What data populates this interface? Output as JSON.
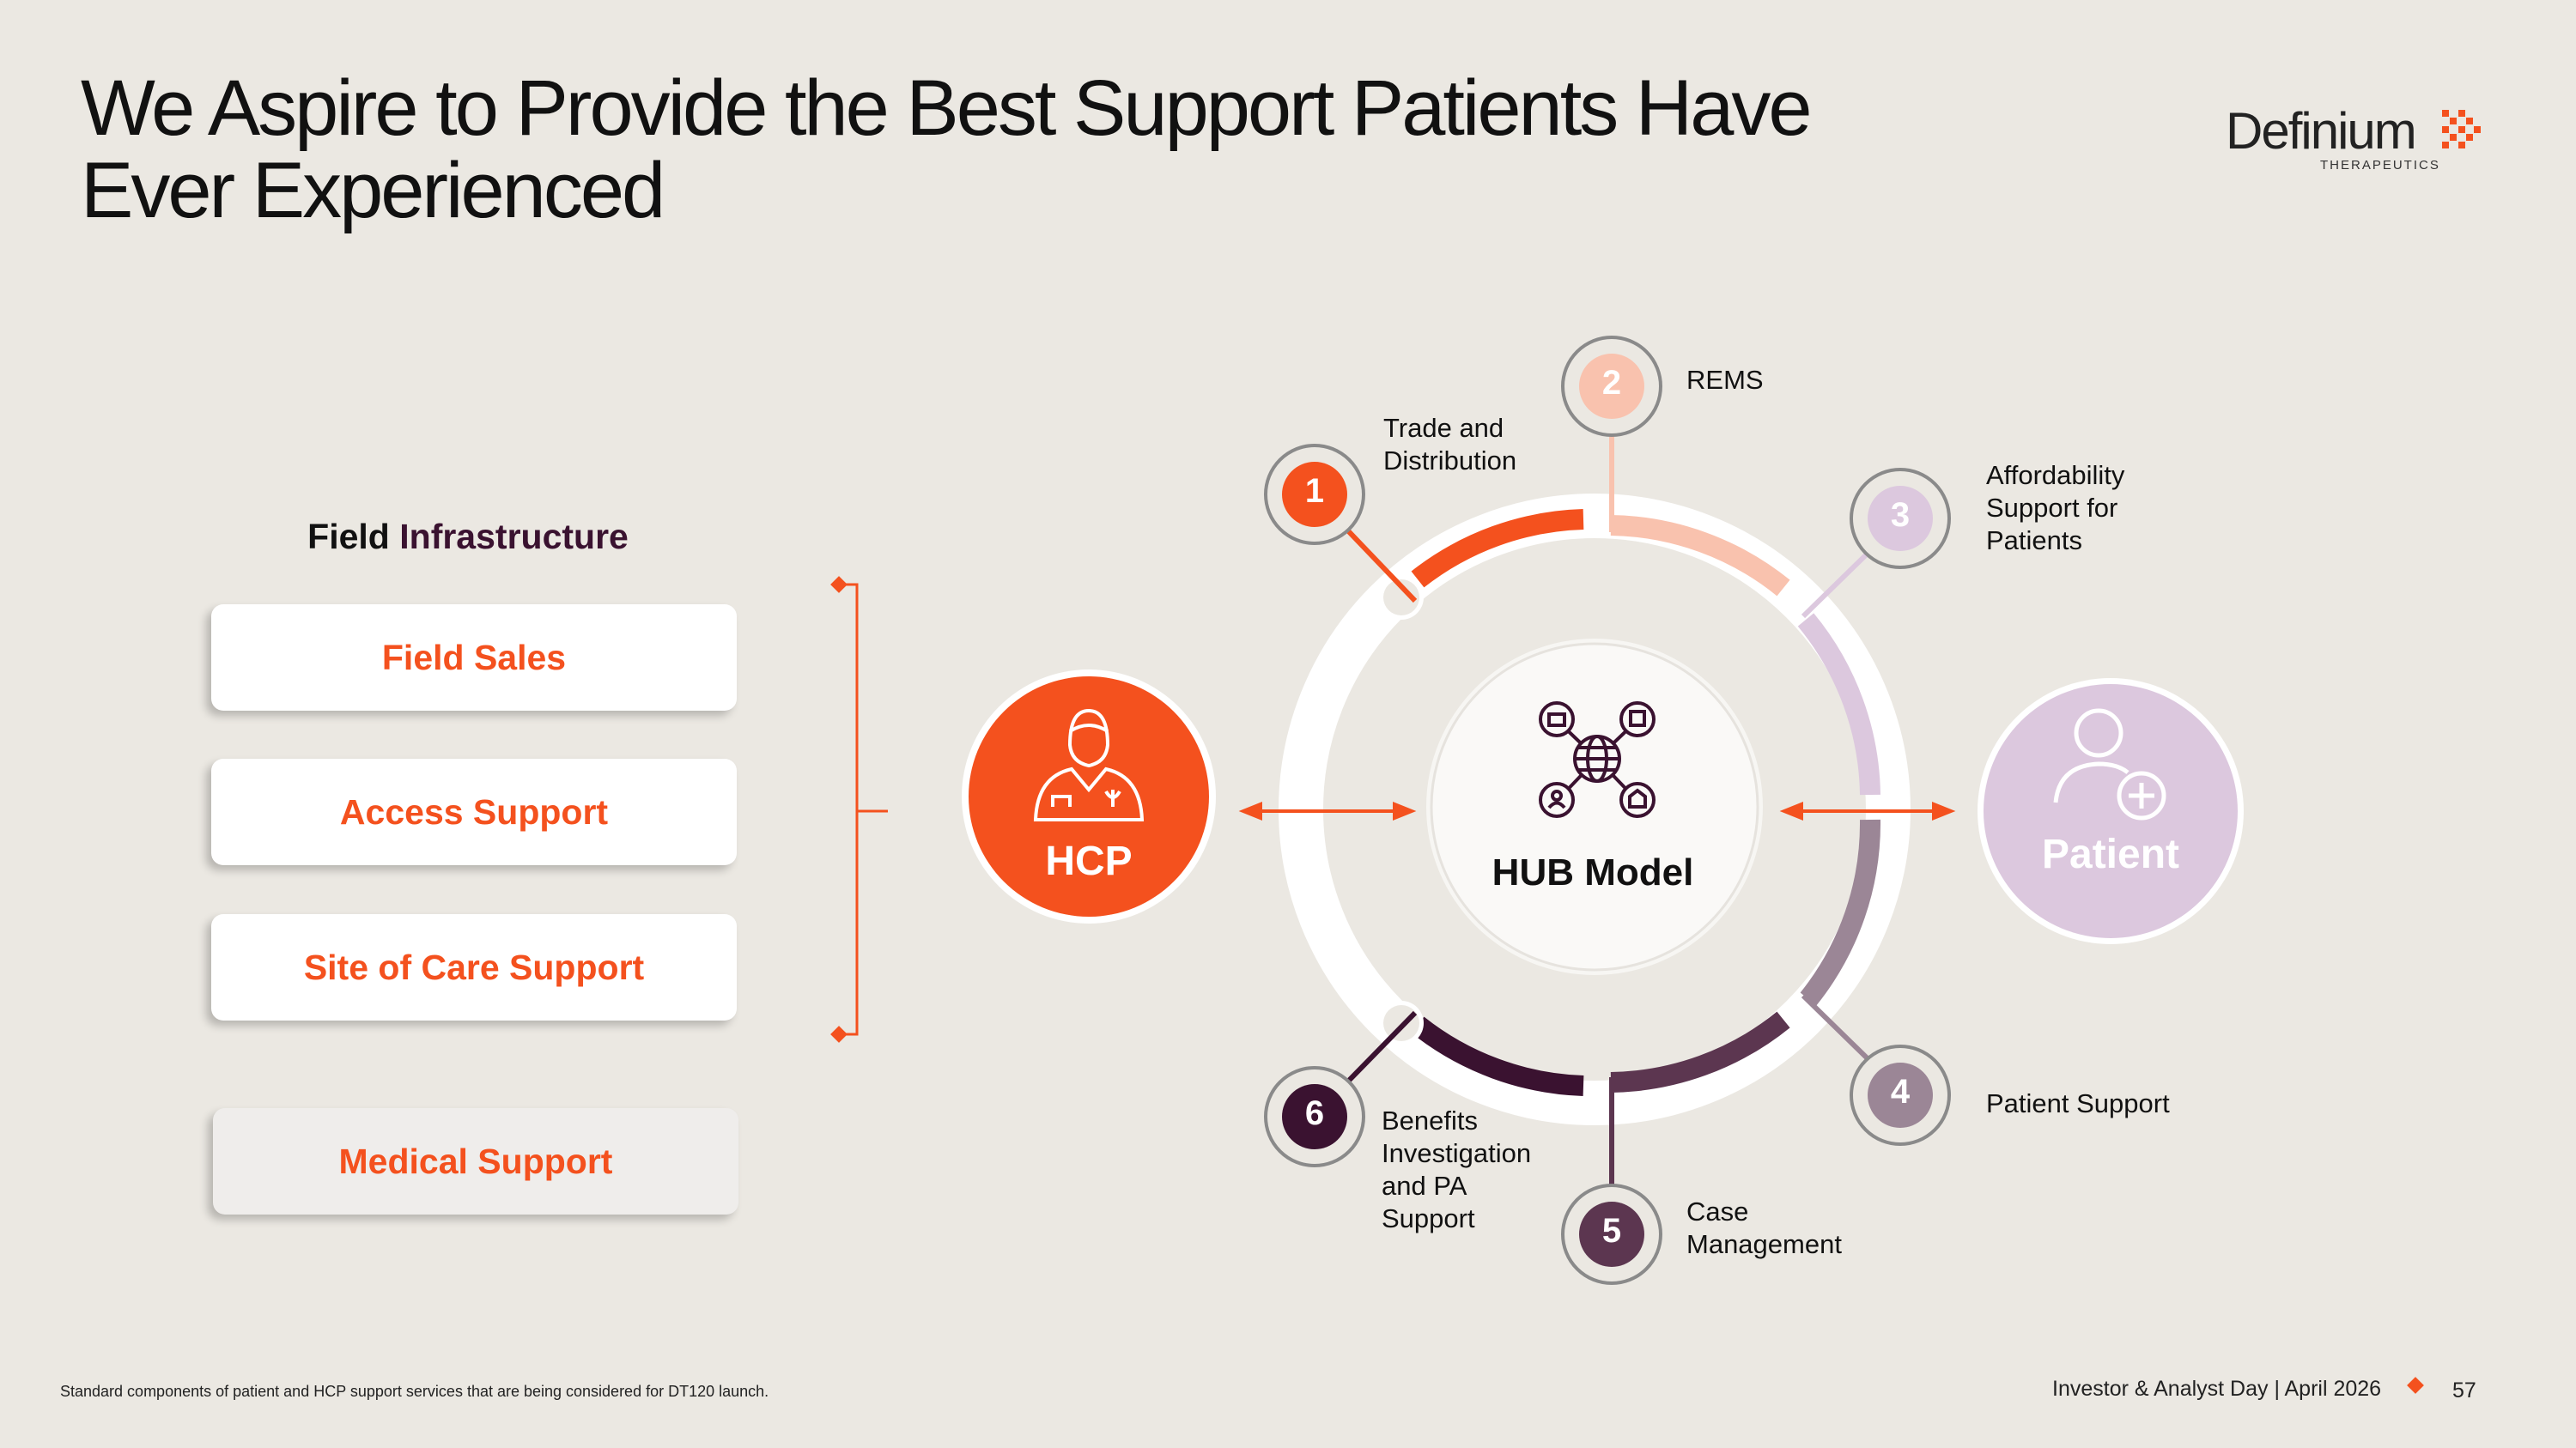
{
  "slide": {
    "title_line1": "We Aspire to Provide the Best Support Patients Have",
    "title_line2": "Ever Experienced"
  },
  "logo": {
    "name": "Definium",
    "sub": "THERAPEUTICS",
    "mark_color": "#f4511e"
  },
  "field_infrastructure": {
    "heading_part1": "Field",
    "heading_part2": "Infrastructure",
    "items": [
      "Field Sales",
      "Access Support",
      "Site of Care Support"
    ],
    "medical": "Medical Support"
  },
  "diagram": {
    "hcp_label": "HCP",
    "hub_label": "HUB Model",
    "patient_label": "Patient",
    "hcp_icon": "doctor-icon",
    "hub_icon": "network-globe-icon",
    "patient_icon": "person-plus-icon",
    "steps": [
      {
        "num": "1",
        "text": [
          "Trade and",
          "Distribution"
        ],
        "color": "#f4511e"
      },
      {
        "num": "2",
        "text": [
          "REMS"
        ],
        "color": "#f9c2ae"
      },
      {
        "num": "3",
        "text": [
          "Affordability",
          "Support for",
          "Patients"
        ],
        "color": "#dcc8de"
      },
      {
        "num": "4",
        "text": [
          "Patient Support"
        ],
        "color": "#9b8696"
      },
      {
        "num": "5",
        "text": [
          "Case",
          "Management"
        ],
        "color": "#5c3650"
      },
      {
        "num": "6",
        "text": [
          "Benefits",
          "Investigation",
          "and PA",
          "Support"
        ],
        "color": "#3a1230"
      }
    ],
    "colors": {
      "accent": "#f4511e",
      "patient": "#dcc8de",
      "background": "#ebe8e2"
    }
  },
  "footer": {
    "note": "Standard components of patient and HCP support services that are being considered for DT120 launch.",
    "event": "Investor & Analyst Day | April 2026",
    "page": "57"
  }
}
